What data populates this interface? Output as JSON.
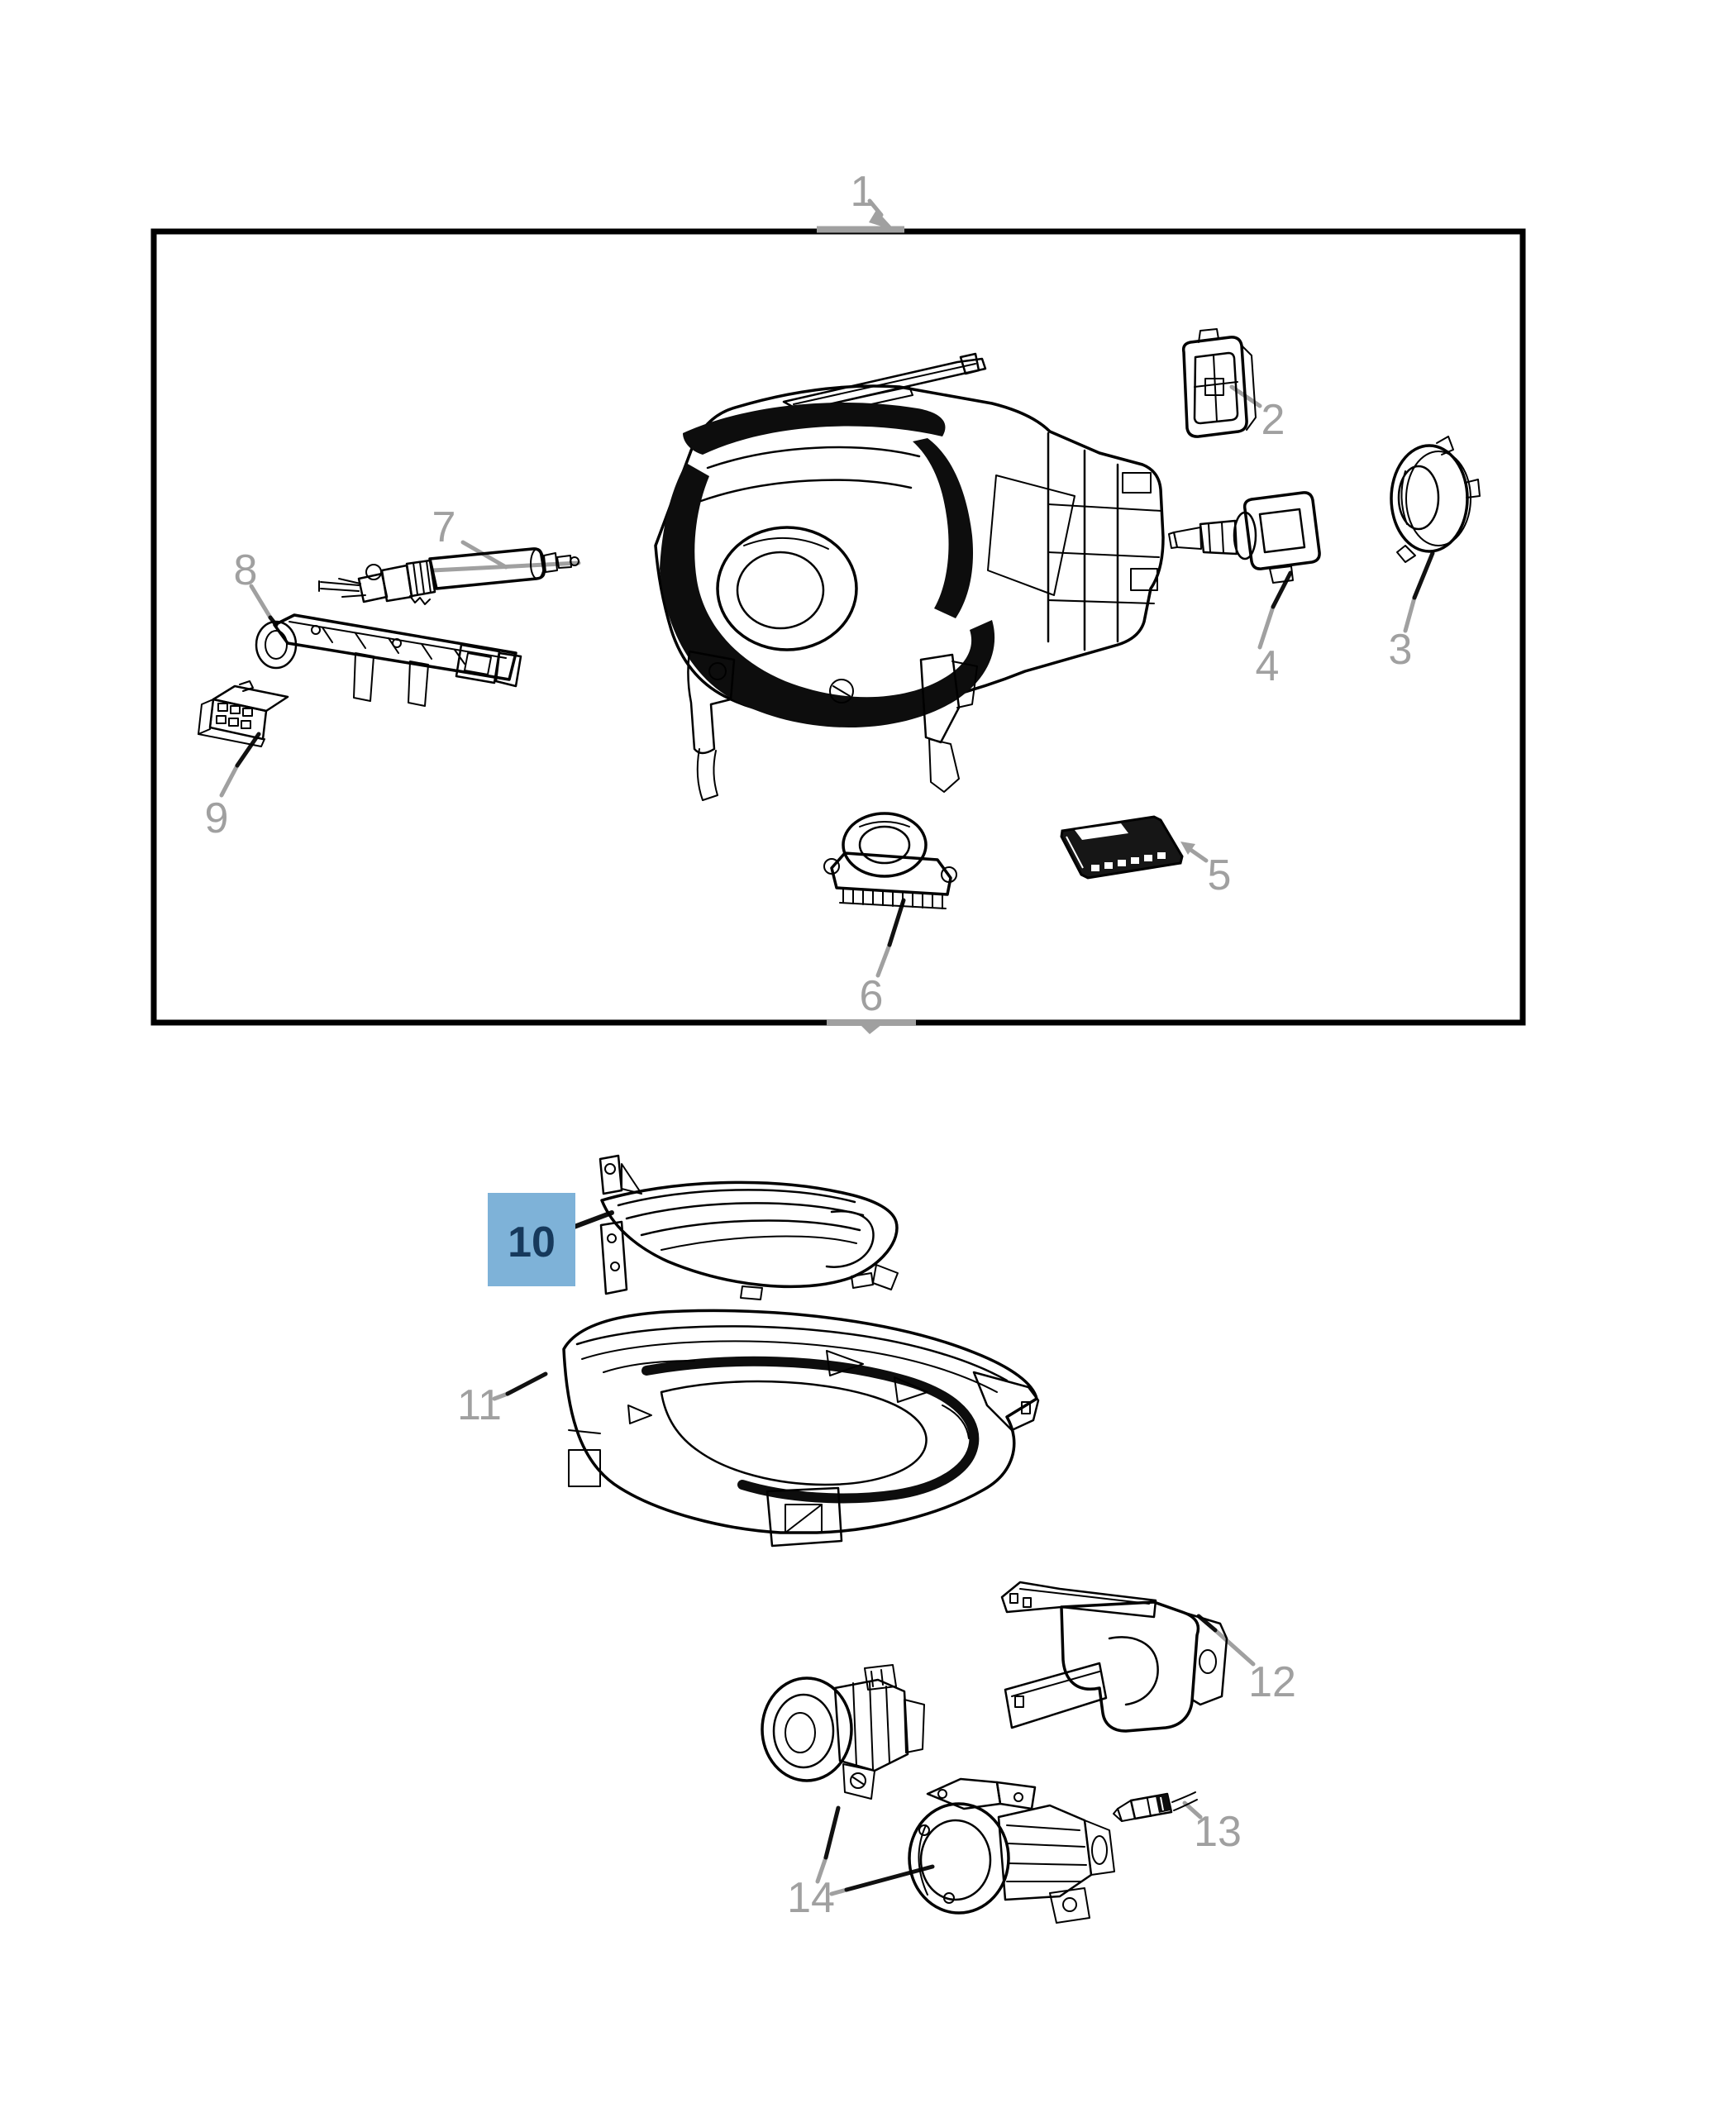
{
  "theme": {
    "background": "#ffffff",
    "line_color": "#000000",
    "callout_color": "#a0a0a0"
  },
  "highlight": {
    "selected_callout": "10",
    "fill": "#7eb2d8",
    "text_color": "#16395c"
  },
  "callouts": [
    {
      "num": "1"
    },
    {
      "num": "2"
    },
    {
      "num": "3"
    },
    {
      "num": "4"
    },
    {
      "num": "5"
    },
    {
      "num": "6"
    },
    {
      "num": "7"
    },
    {
      "num": "8"
    },
    {
      "num": "9"
    },
    {
      "num": "10"
    },
    {
      "num": "11"
    },
    {
      "num": "12"
    },
    {
      "num": "13"
    },
    {
      "num": "14"
    }
  ]
}
